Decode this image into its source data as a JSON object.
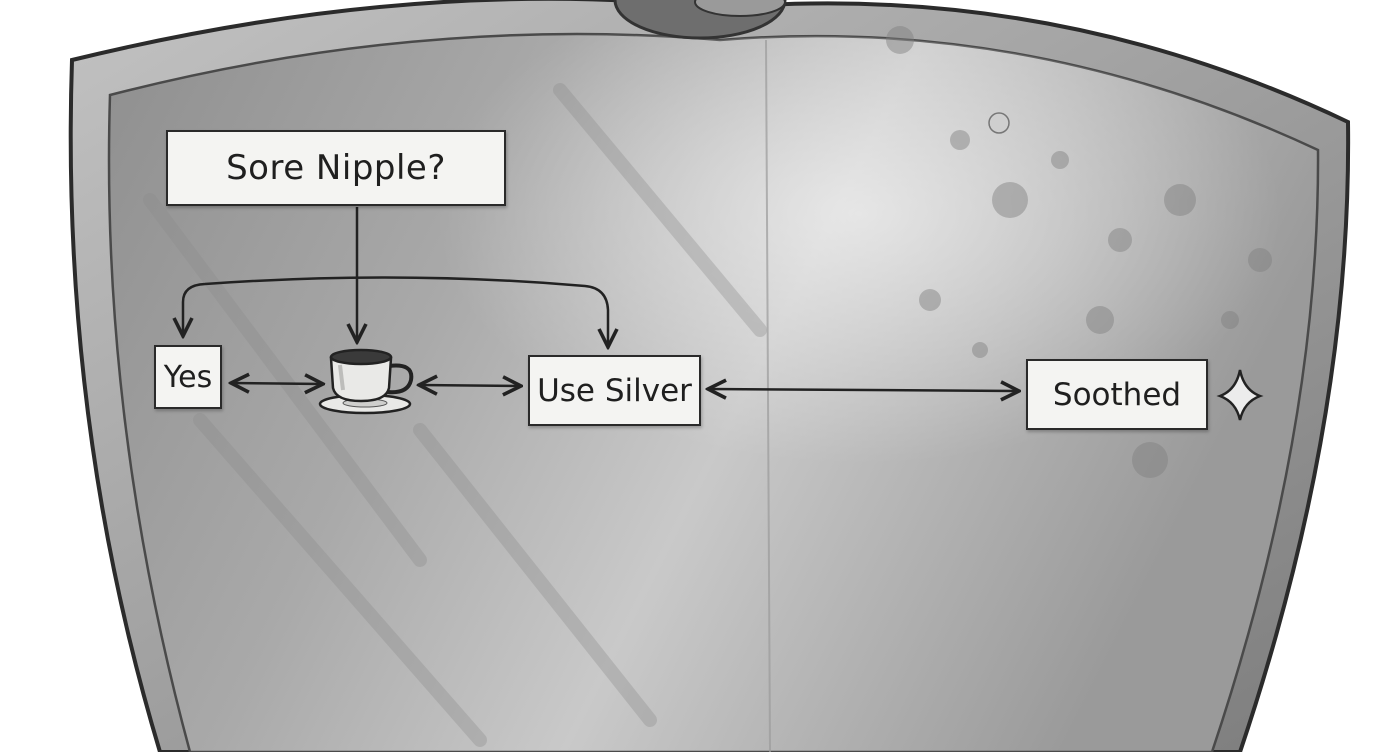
{
  "diagram": {
    "nodes": {
      "question": "Sore Nipple?",
      "yes": "Yes",
      "remedy": "Use Silver",
      "outcome": "Soothed"
    },
    "icons": {
      "cup": "tea-cup-icon",
      "sparkle": "sparkle-icon",
      "backdrop": "shield-icon"
    },
    "edges": [
      {
        "from": "question",
        "to": "cup",
        "arrow": "end"
      },
      {
        "from": "question",
        "to": "yes",
        "arrow": "end"
      },
      {
        "from": "question",
        "to": "remedy",
        "arrow": "end"
      },
      {
        "from": "yes",
        "to": "cup",
        "arrow": "both"
      },
      {
        "from": "cup",
        "to": "remedy",
        "arrow": "both"
      },
      {
        "from": "remedy",
        "to": "outcome",
        "arrow": "both"
      }
    ],
    "colors": {
      "shield_fill": "#a3a3a3",
      "shield_rim": "#8a8a8a",
      "outline": "#2a2a2a",
      "node_fill": "#f4f4f2"
    }
  }
}
